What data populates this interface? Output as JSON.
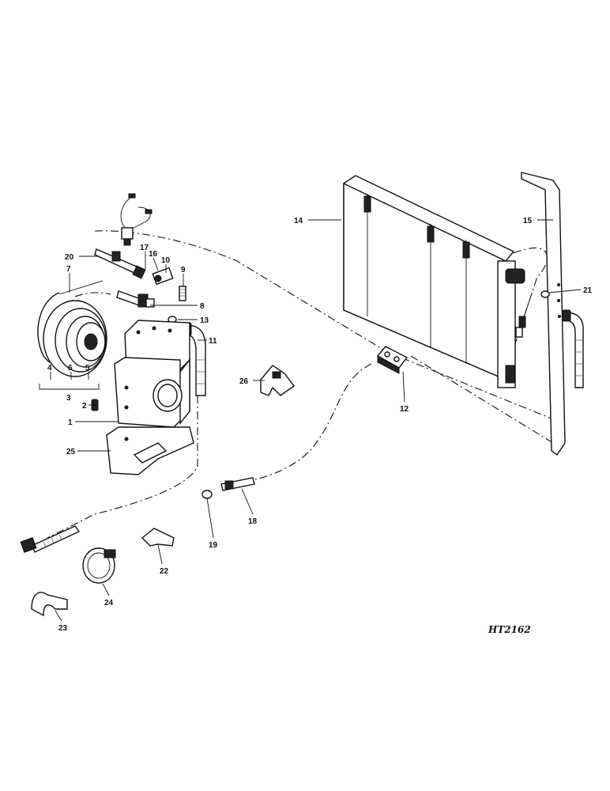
{
  "drawing_id": "HT2162",
  "callouts": {
    "c1": "1",
    "c2": "2",
    "c3": "3",
    "c4": "4",
    "c5": "5",
    "c6": "6",
    "c7": "7",
    "c8": "8",
    "c9": "9",
    "c10": "10",
    "c11": "11",
    "c12": "12",
    "c13": "13",
    "c14": "14",
    "c15": "15",
    "c16": "16",
    "c17": "17",
    "c18": "18",
    "c19": "19",
    "c20": "20",
    "c21": "21",
    "c22": "22",
    "c23": "23",
    "c24": "24",
    "c25": "25",
    "c26": "26"
  }
}
